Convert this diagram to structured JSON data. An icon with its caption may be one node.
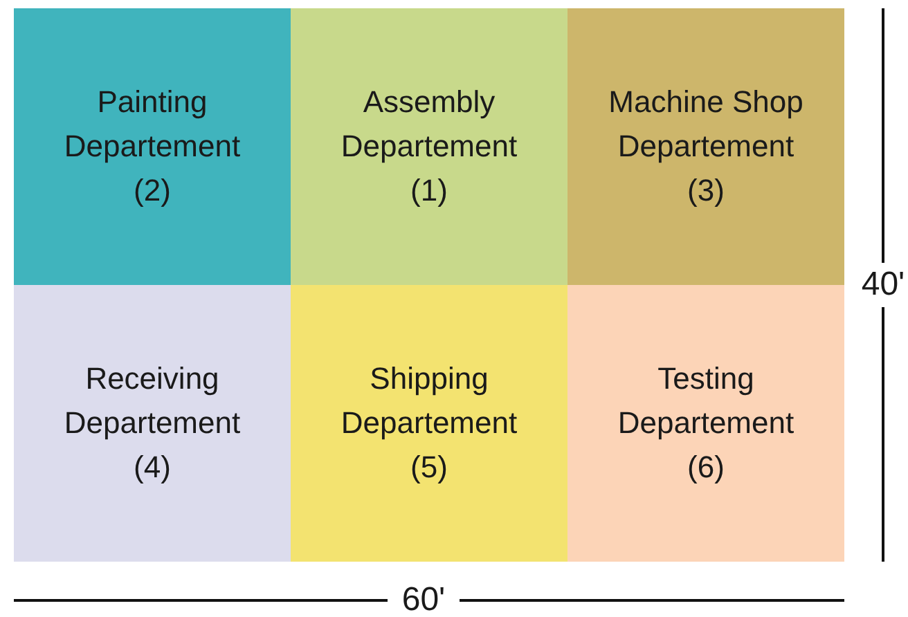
{
  "diagram": {
    "nodes": [
      {
        "text": [
          "Painting Departement",
          "(2)"
        ]
      },
      {
        "text": [
          "Assembly Departement",
          "(1)"
        ]
      },
      {
        "text": [
          "Machine Shop Departement",
          "(3)"
        ]
      },
      {
        "text": [
          "Receiving Departement",
          "(4)"
        ]
      },
      {
        "text": [
          "Shipping Departement",
          "(5)"
        ]
      },
      {
        "text": [
          "Testing Departement",
          "(6)"
        ]
      }
    ],
    "labels": [
      "40'",
      "60'"
    ]
  }
}
